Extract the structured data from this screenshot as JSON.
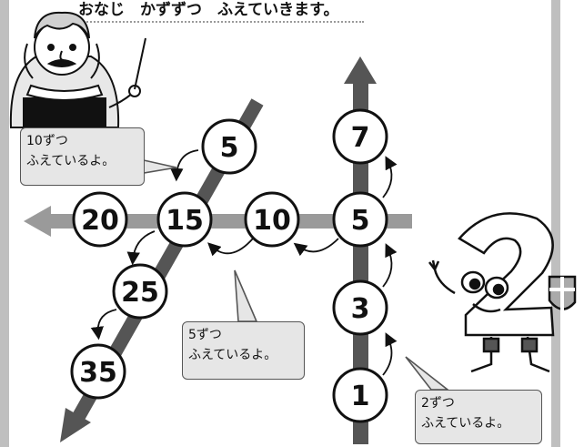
{
  "title": "おなじ　かずずつ　ふえていきます。",
  "numbers": {
    "v1": "1",
    "v3": "3",
    "v5": "5",
    "v7": "7",
    "h10": "10",
    "h15": "15",
    "h20": "20",
    "d5": "5",
    "d25": "25",
    "d35": "35"
  },
  "bubbles": {
    "ten": [
      "10ずつ",
      "ふえているよ。"
    ],
    "five": [
      "5ずつ",
      "ふえているよ。"
    ],
    "two": [
      "2ずつ",
      "ふえているよ。"
    ]
  },
  "colors": {
    "arrow": "#555555",
    "hbar": "#9a9a9a",
    "frame": "#bfbfbf",
    "bubble": "#e6e6e6"
  }
}
